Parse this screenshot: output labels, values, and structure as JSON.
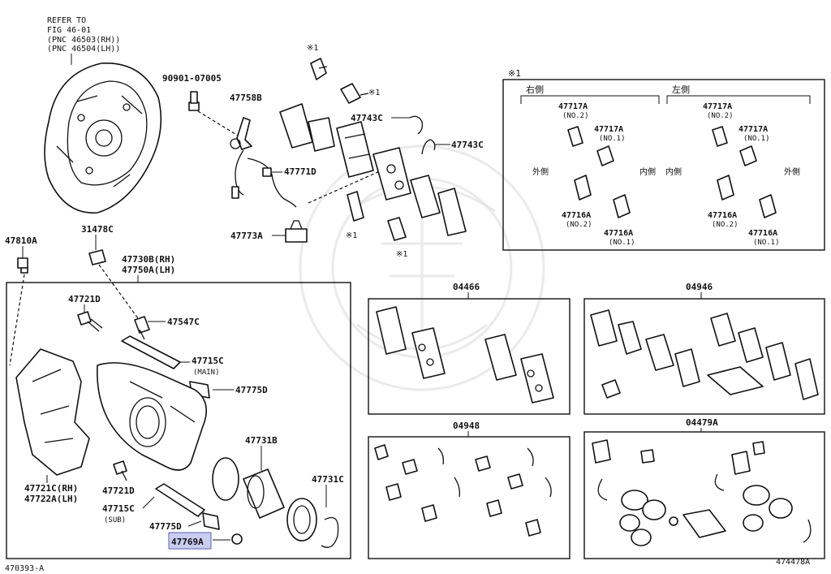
{
  "diagram": {
    "refer_note": [
      "REFER TO",
      "FIG 46-01",
      "(PNC 46503(RH))",
      "(PNC 46504(LH))"
    ],
    "corner_codes": {
      "left": "470393-A",
      "right": "474478A"
    },
    "highlight_part": "47769A",
    "labels": {
      "p90901": "90901-07005",
      "p47758B": "47758B",
      "p47743C_a": "47743C",
      "p47743C_b": "47743C",
      "p47771D": "47771D",
      "p47773A": "47773A",
      "p47810A": "47810A",
      "p31478C": "31478C",
      "p47730B": "47730B(RH)",
      "p47750A": "47750A(LH)",
      "p47721D_a": "47721D",
      "p47547C": "47547C",
      "p47715C": "47715C",
      "p47715C_main": "(MAIN)",
      "p47775D_a": "47775D",
      "p47721C": "47721C(RH)",
      "p47722A": "47722A(LH)",
      "p47731B": "47731B",
      "p47721D_b": "47721D",
      "p47715C_b": "47715C",
      "p47715C_sub": "(SUB)",
      "p47775D_b": "47775D",
      "p47769A": "47769A",
      "p47731C": "47731C",
      "mark1_a": "※1",
      "mark1_b": "※1",
      "mark1_c": "※1",
      "mark1_d": "※1"
    },
    "legend_box": {
      "mark": "※1",
      "right_side": "右側",
      "left_side": "左側",
      "outer_left": "外側",
      "inner_left": "内側",
      "inner_right": "内側",
      "outer_right": "外側",
      "r_47717A_no2": "47717A",
      "r_no2_a": "(NO.2)",
      "r_47717A_no1": "47717A",
      "r_no1_a": "(NO.1)",
      "r_47716A_no2": "47716A",
      "r_no2_b": "(NO.2)",
      "r_47716A_no1": "47716A",
      "r_no1_b": "(NO.1)",
      "l_47717A_no2": "47717A",
      "l_no2_a": "(NO.2)",
      "l_47717A_no1": "47717A",
      "l_no1_a": "(NO.1)",
      "l_47716A_no2": "47716A",
      "l_no2_b": "(NO.2)",
      "l_47716A_no1": "47716A",
      "l_no1_b": "(NO.1)"
    },
    "kits": {
      "k04466": "04466",
      "k04946": "04946",
      "k04948": "04948",
      "k04479A": "04479A"
    }
  }
}
